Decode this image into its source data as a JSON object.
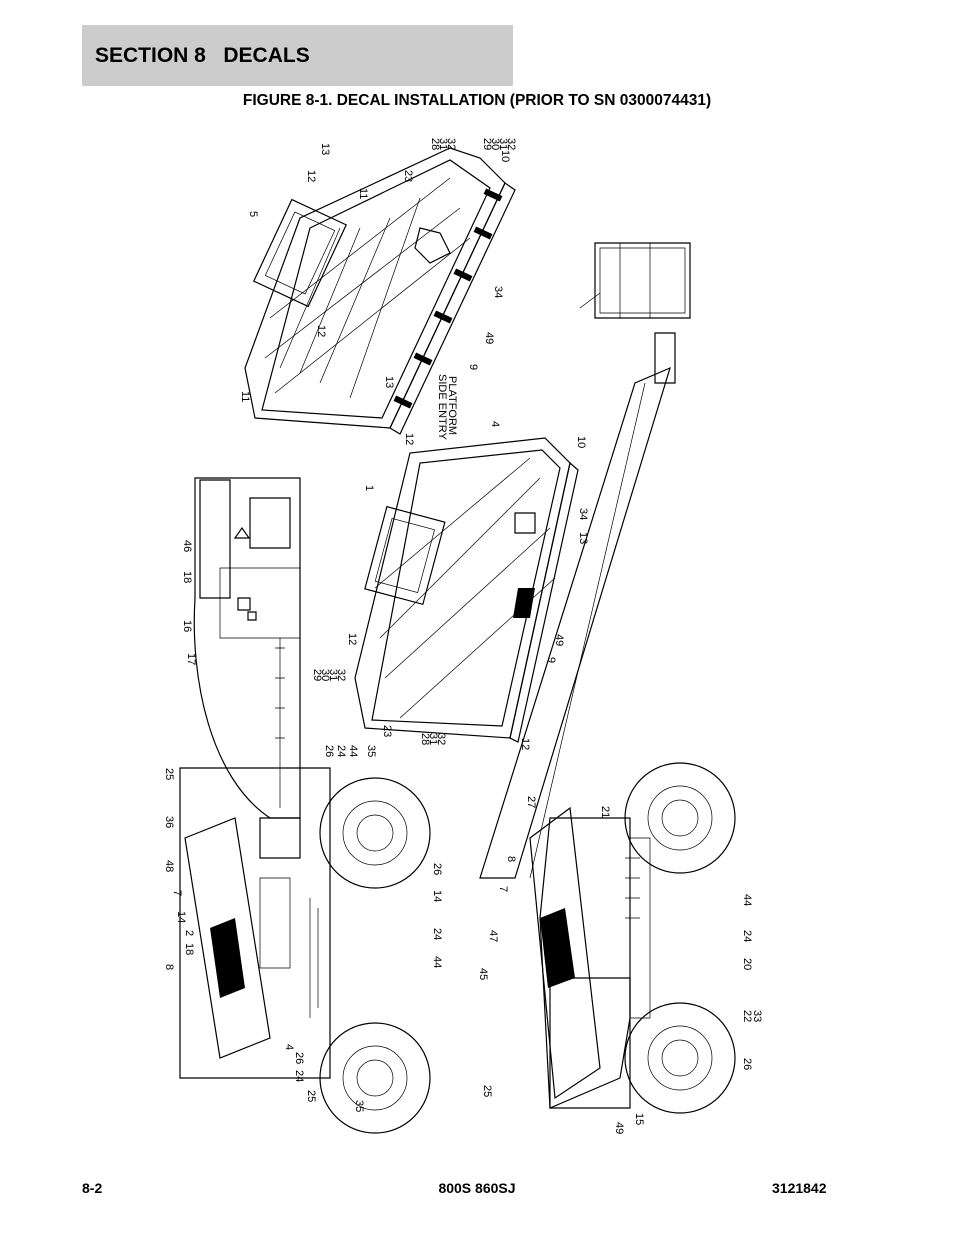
{
  "header": {
    "section_title": "SECTION 8   DECALS",
    "figure_title": "FIGURE 8-1. DECAL INSTALLATION (PRIOR TO SN 0300074431)"
  },
  "callouts": {
    "c28a": "28",
    "c31a": "31",
    "c32a": "32",
    "c29a": "29",
    "c30a": "30",
    "c31b": "31",
    "c32b": "32",
    "c10a": "10",
    "c13a": "13",
    "c12a": "12",
    "c23a": "23",
    "c11a": "11",
    "c5": "5",
    "c34a": "34",
    "c12b": "12",
    "c49a": "49",
    "c9a": "9",
    "c11b": "11",
    "c13b": "13",
    "side_entry_1": "SIDE ENTRY",
    "side_entry_2": "PLATFORM",
    "c12c": "12",
    "c4a": "4",
    "c10b": "10",
    "c1": "1",
    "c34b": "34",
    "c13c": "13",
    "c46": "46",
    "c18a": "18",
    "c16": "16",
    "c17": "17",
    "c12d": "12",
    "c49b": "49",
    "c9b": "9",
    "c29b": "29",
    "c30b": "30",
    "c31c": "31",
    "c32c": "32",
    "c23b": "23",
    "c28b": "28",
    "c31d": "31",
    "c32d": "32",
    "c12e": "12",
    "c25a": "25",
    "c26a": "26",
    "c24a": "24",
    "c44a": "44",
    "c35a": "35",
    "c36": "36",
    "c48": "48",
    "c7a": "7",
    "c26b": "26",
    "c14a": "14",
    "c14b": "14",
    "c2": "2",
    "c18b": "18",
    "c8a": "8",
    "c24b": "24",
    "c44b": "44",
    "c4b": "4",
    "c26c": "26",
    "c24c": "24",
    "c25b": "25",
    "c35b": "35",
    "c27": "27",
    "c21": "21",
    "c8b": "8",
    "c7b": "7",
    "c47": "47",
    "c45": "45",
    "c44c": "44",
    "c24d": "24",
    "c20": "20",
    "c22": "22",
    "c33": "33",
    "c26d": "26",
    "c25c": "25",
    "c49c": "49",
    "c15": "15"
  },
  "footer": {
    "page_number": "8-2",
    "model": "800S 860SJ",
    "doc_number": "3121842"
  }
}
